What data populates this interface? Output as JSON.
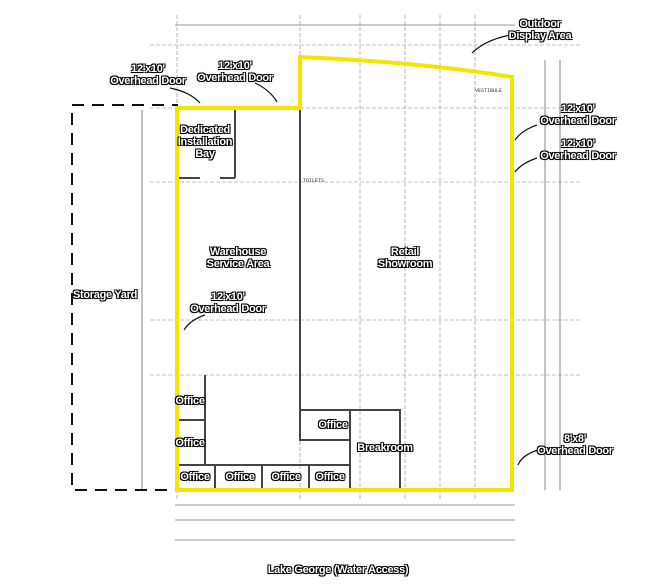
{
  "colors": {
    "outline": "#f2e600",
    "lines": "#555555"
  },
  "labels": {
    "door_top_left": [
      "12'x10'",
      "Overhead Door"
    ],
    "door_top_mid": [
      "12'x10'",
      "Overhead Door"
    ],
    "outdoor_display": [
      "Outdoor",
      "Display Area"
    ],
    "install_bay": [
      "Dedicated",
      "Installation",
      "Bay"
    ],
    "door_right_1": [
      "12'x10'",
      "Overhead Door"
    ],
    "door_right_2": [
      "12'x10'",
      "Overhead Door"
    ],
    "warehouse": [
      "Warehouse",
      "Service Area"
    ],
    "showroom": [
      "Retail",
      "Showroom"
    ],
    "storage_yard": "Storage Yard",
    "door_warehouse": [
      "12'x10'",
      "Overhead Door"
    ],
    "office": "Office",
    "breakroom": "Breakroom",
    "door_8x8": [
      "8'x8'",
      "Overhead Door"
    ],
    "lake": "Lake George (Water Access)",
    "toilets": "TOILETS",
    "vestibule": "VESTIBULE"
  }
}
